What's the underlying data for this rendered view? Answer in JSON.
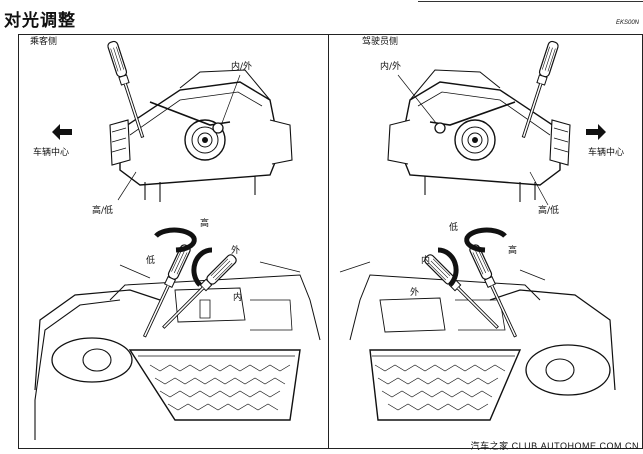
{
  "header": {
    "title": "对光调整",
    "code": "EKS00N"
  },
  "panels": {
    "left": {
      "title": "乘客侧",
      "inout": "内/外",
      "center": "车辆中心",
      "updown": "高/低",
      "high": "高",
      "low": "低",
      "out": "外",
      "in": "内"
    },
    "right": {
      "title": "驾驶员侧",
      "inout": "内/外",
      "center": "车辆中心",
      "updown": "高/低",
      "high": "高",
      "low": "低",
      "out": "外",
      "in": "内"
    }
  },
  "watermark": "汽车之家 CLUB.AUTOHOME.COM.CN",
  "icons": {
    "arrow_left": "arrow-left-icon",
    "arrow_right": "arrow-right-icon"
  }
}
